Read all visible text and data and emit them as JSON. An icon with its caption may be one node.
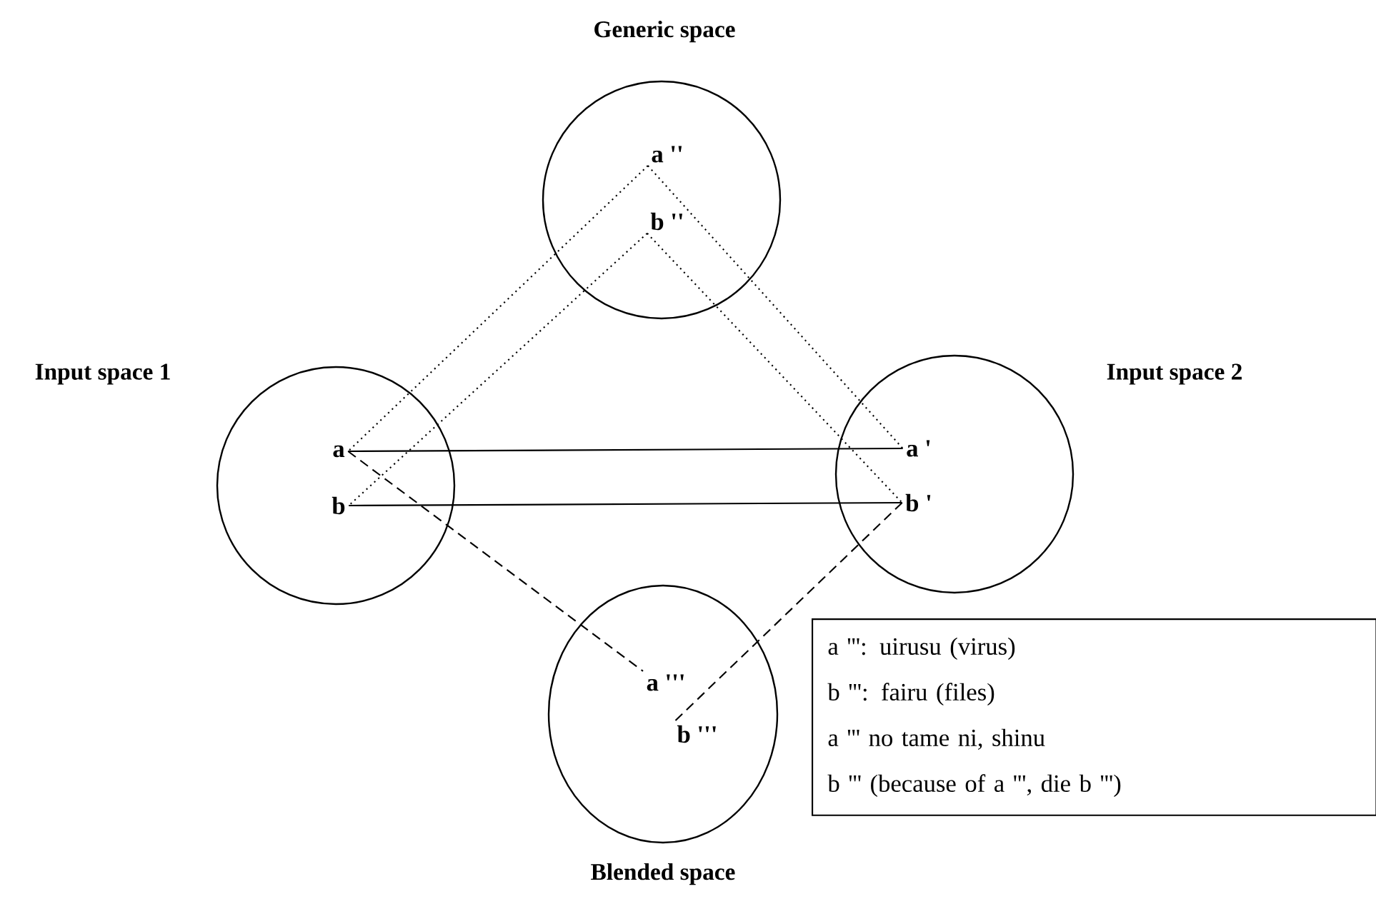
{
  "diagram": {
    "nodes": [
      {
        "text": [
          "Generic space"
        ]
      },
      {
        "text": [
          "Input space 1"
        ]
      },
      {
        "text": [
          "Input space 2"
        ]
      },
      {
        "text": [
          "Blended space"
        ]
      },
      {
        "text": [
          "a ''"
        ],
        "in": 0
      },
      {
        "text": [
          "b ''"
        ],
        "in": 0
      },
      {
        "text": [
          "a"
        ],
        "in": 1
      },
      {
        "text": [
          "b"
        ],
        "in": 1
      },
      {
        "text": [
          "a '"
        ],
        "in": 2
      },
      {
        "text": [
          "b '"
        ],
        "in": 2
      },
      {
        "text": [
          "a '''"
        ],
        "in": 3
      },
      {
        "text": [
          "b '''"
        ],
        "in": 3
      },
      {
        "text": [
          "a ''': uirusu (virus)",
          "b ''': fairu (files)",
          "a ''' no tame ni, shinu",
          "b ''' (because of a ''', die b ''')"
        ]
      }
    ],
    "edges": [
      {
        "from": 4,
        "to": 6,
        "arrow": "none",
        "style": "dashed"
      },
      {
        "from": 5,
        "to": 7,
        "arrow": "none",
        "style": "dashed"
      },
      {
        "from": 4,
        "to": 8,
        "arrow": "none",
        "style": "dashed"
      },
      {
        "from": 5,
        "to": 9,
        "arrow": "none",
        "style": "dashed"
      },
      {
        "from": 6,
        "to": 8,
        "arrow": "none"
      },
      {
        "from": 7,
        "to": 9,
        "arrow": "none"
      },
      {
        "from": 6,
        "to": 10,
        "arrow": "none",
        "style": "dashed"
      },
      {
        "from": 9,
        "to": 11,
        "arrow": "none",
        "style": "dashed"
      }
    ]
  }
}
